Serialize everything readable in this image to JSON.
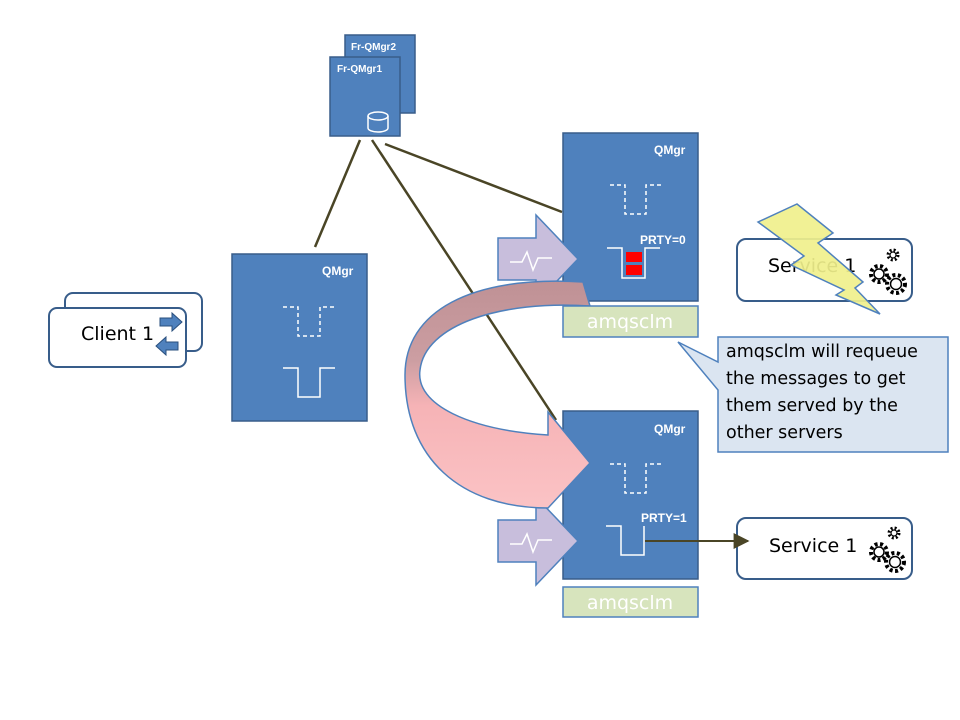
{
  "nodes": {
    "fr_qmgr1": {
      "label": "Fr-QMgr1",
      "icon": "database-icon"
    },
    "fr_qmgr2": {
      "label": "Fr-QMgr2"
    },
    "qmgr_client": {
      "label": "QMgr"
    },
    "qmgr_server1": {
      "label": "QMgr",
      "priority": "PRTY=0",
      "monitor": "amqsclm"
    },
    "qmgr_server2": {
      "label": "QMgr",
      "priority": "PRTY=1",
      "monitor": "amqsclm"
    },
    "client": {
      "label": "Client 1"
    },
    "service_failed": {
      "label": "Service 1",
      "icon": "lightning-icon"
    },
    "service_ok": {
      "label": "Service 1",
      "icon": "gear-icon"
    }
  },
  "callout": {
    "lines": [
      "amqsclm will requeue",
      "the messages to get",
      "them served by the",
      "other servers"
    ]
  },
  "colors": {
    "qmgr_fill": "#4f81bd",
    "qmgr_border": "#385d8a",
    "monitor_fill": "#d7e4bd",
    "callout_fill": "#dbe5f1",
    "requeue_arrow_top": "#c0979a",
    "requeue_arrow_bottom": "#f9b9bb",
    "lightning_fill": "#f0f08c",
    "link_line": "#4a4526"
  }
}
